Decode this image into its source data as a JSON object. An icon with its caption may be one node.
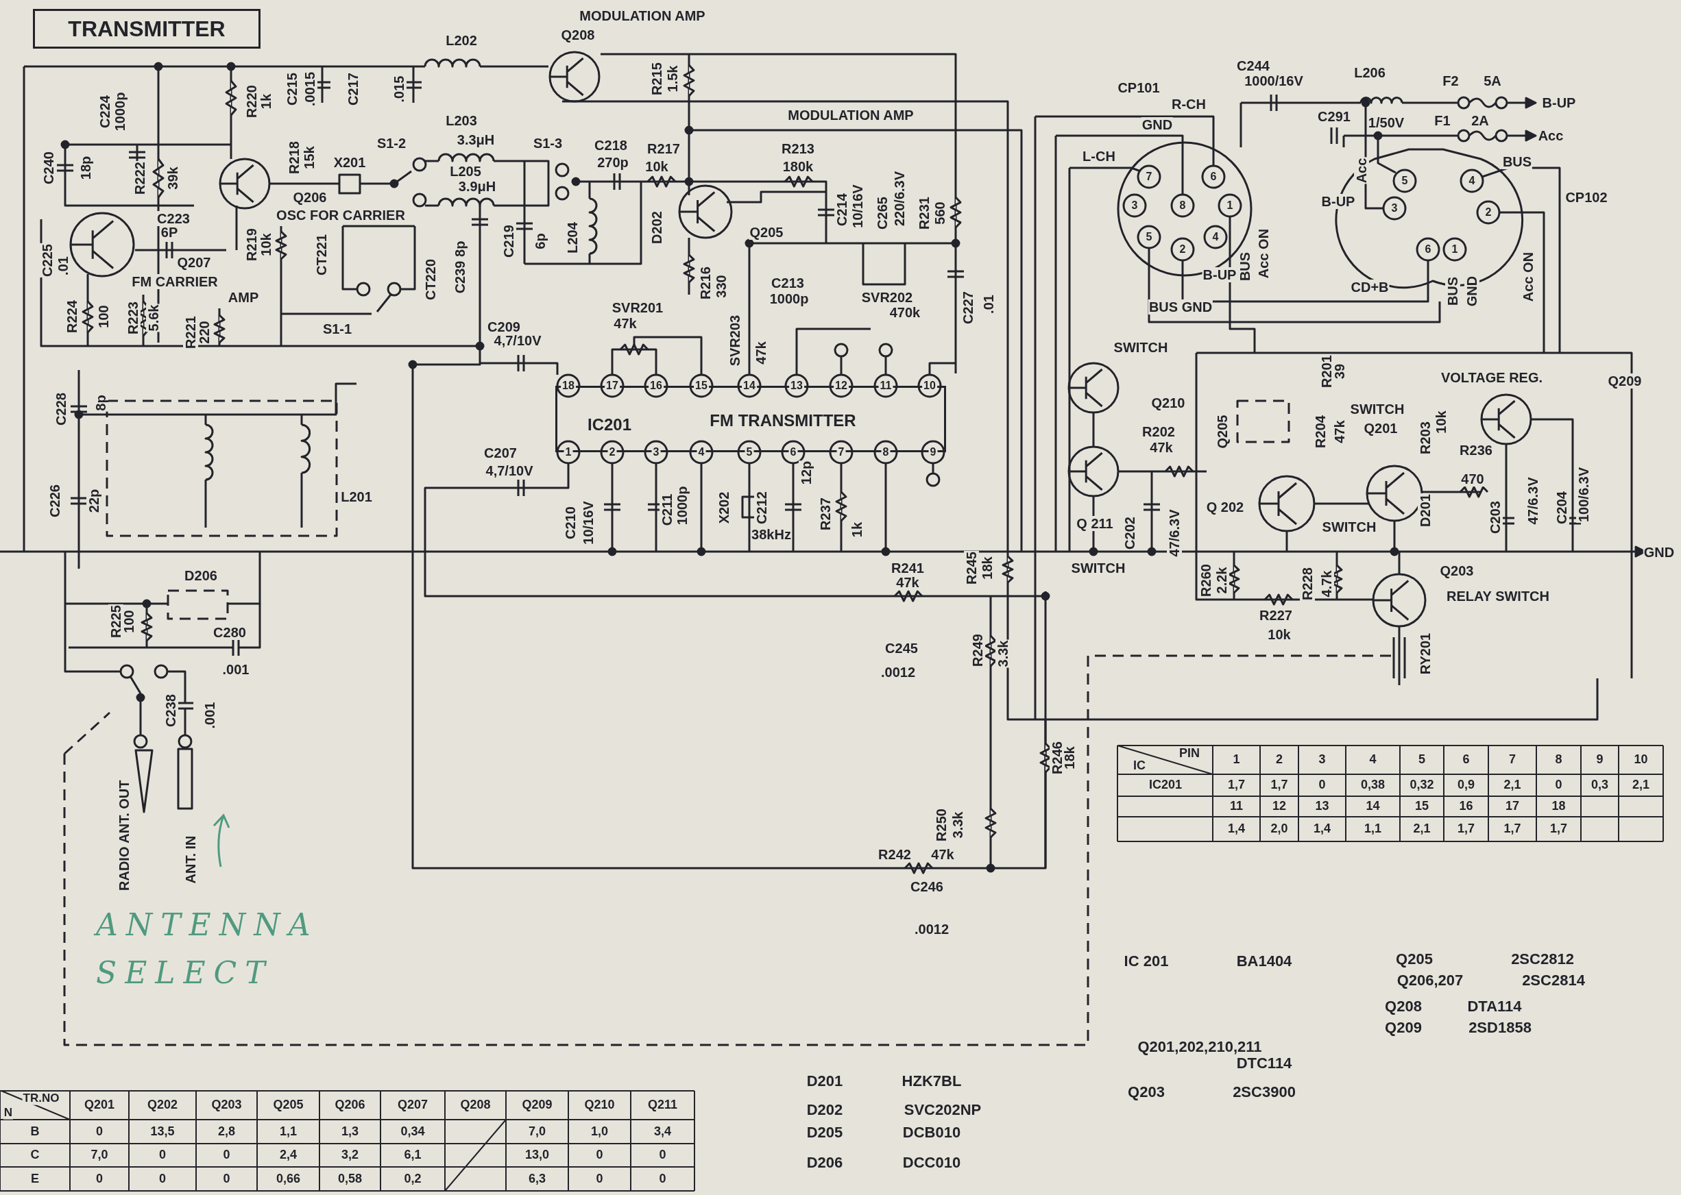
{
  "diagram": {
    "title": "TRANSMITTER",
    "nodes": [
      {
        "text": [
          "IC201",
          "FM TRANSMITTER"
        ]
      }
    ],
    "labels": [
      "L202",
      "MODULATION AMP",
      "Q208",
      "R220",
      "1k",
      "C215",
      ".0015",
      "C217",
      ".015",
      "R215",
      "1.5k",
      "C244",
      "1000/16V",
      "L206",
      "F2",
      "5A",
      "B-UP",
      "CP101",
      "C224",
      "1000p",
      "MODULATION AMP",
      "R-CH",
      "C291",
      "1/50V",
      "F1",
      "2A",
      "Acc",
      "GND",
      "L203",
      "S1-2",
      "3.3μH",
      "S1-3",
      "C218",
      "270p",
      "R217",
      "10k",
      "R213",
      "180k",
      "R218",
      "15k",
      "X201",
      "L205",
      "3.9μH",
      "C240",
      "18p",
      "R222",
      "39k",
      "L-CH",
      "BUS",
      "Acc",
      "C214",
      "10/16V",
      "C265",
      "220/6.3V",
      "R231",
      "560",
      "7",
      "6",
      "3",
      "8",
      "1",
      "5",
      "4",
      "2",
      "5",
      "4",
      "CP102",
      "B-UP",
      "3",
      "2",
      "6",
      "1",
      "OSC FOR CARRIER",
      "Q206",
      "C223",
      "6P",
      "C225",
      ".01",
      "Q205",
      "L204",
      "D202",
      "C219",
      "6p",
      "R219",
      "10k",
      "CT221",
      "Q207",
      "C239 8p",
      "Acc ON",
      "B-UP",
      "BUS",
      "CD+B",
      "Acc ON",
      "BUS",
      "GND",
      "CT220",
      "FM CARRIER",
      "AMP",
      "R216",
      "330",
      "C213",
      "1000p",
      "SVR202",
      "470k",
      "C227",
      ".01",
      "SVR201",
      "BUS GND",
      "R224",
      "100",
      "R223",
      "5.6k",
      "S1-1",
      "R221",
      "220",
      "C209",
      "47k",
      "4,7/10V",
      "SVR203",
      "47k",
      "SWITCH",
      "R201",
      "39",
      "VOLTAGE REG.",
      "Q209",
      "18",
      "17",
      "16",
      "15",
      "14",
      "13",
      "12",
      "11",
      "10",
      "Q210",
      "SWITCH",
      "C228",
      "8p",
      "R202",
      "47k",
      "Q205",
      "R204",
      "47k",
      "Q201",
      "10k",
      "R203",
      "R236",
      "470",
      "C207",
      "4,7/10V",
      "1",
      "2",
      "3",
      "4",
      "5",
      "6",
      "7",
      "8",
      "9",
      "12p",
      "L201",
      "C226",
      "22p",
      "C210",
      "10/16V",
      "C211",
      "1000p",
      "X202",
      "C212",
      "38kHz",
      "R237",
      "1k",
      "Q 211",
      "C202",
      "47/6.3V",
      "Q 202",
      "SWITCH",
      "D201",
      "C203",
      "47/6.3V",
      "C204",
      "100/6.3V",
      "GND",
      "D206",
      "R241",
      "47k",
      "R245",
      "18k",
      "SWITCH",
      "R260",
      "2.2k",
      "R228",
      "4.7k",
      "Q203",
      "RELAY SWITCH",
      "R225",
      "100",
      "C280",
      "R227",
      "10k",
      ".001",
      "C245",
      ".0012",
      "R249",
      "3.3k",
      "RY201",
      "C238",
      ".001",
      "R246",
      "18k",
      "RADIO ANT. OUT",
      "ANT. IN",
      "R250",
      "3.3k",
      "R242",
      "47k",
      "C246",
      ".0012",
      "IC",
      "PIN",
      "1",
      "2",
      "3",
      "4",
      "5",
      "6",
      "7",
      "8",
      "9",
      "10",
      "IC201",
      "1,7",
      "1,7",
      "0",
      "0,38",
      "0,32",
      "0,9",
      "2,1",
      "0",
      "0,3",
      "2,1",
      "11",
      "12",
      "13",
      "14",
      "15",
      "16",
      "17",
      "18",
      "1,4",
      "2,0",
      "1,4",
      "1,1",
      "2,1",
      "1,7",
      "1,7",
      "1,7",
      "ANTENNA SELECT",
      "IC 201",
      "BA1404",
      "Q205",
      "2SC2812",
      "Q206,207",
      "2SC2814",
      "Q208",
      "DTA114",
      "Q209",
      "2SD1858",
      "Q201,202,210,211",
      "DTC114",
      "D201",
      "HZK7BL",
      "Q203",
      "2SC3900",
      "D202",
      "SVC202NP",
      "D205",
      "DCB010",
      "D206",
      "DCC010",
      "N",
      "TR.NO",
      "Q201",
      "Q202",
      "Q203",
      "Q205",
      "Q206",
      "Q207",
      "Q208",
      "Q209",
      "Q210",
      "Q211",
      "B",
      "0",
      "13,5",
      "2,8",
      "1,1",
      "1,3",
      "0,34",
      "7,0",
      "1,0",
      "3,4",
      "C",
      "7,0",
      "0",
      "0",
      "2,4",
      "3,2",
      "6,1",
      "13,0",
      "0",
      "0",
      "E",
      "0",
      "0",
      "0",
      "0,66",
      "0,58",
      "0,2",
      "6,3",
      "0",
      "0"
    ]
  }
}
